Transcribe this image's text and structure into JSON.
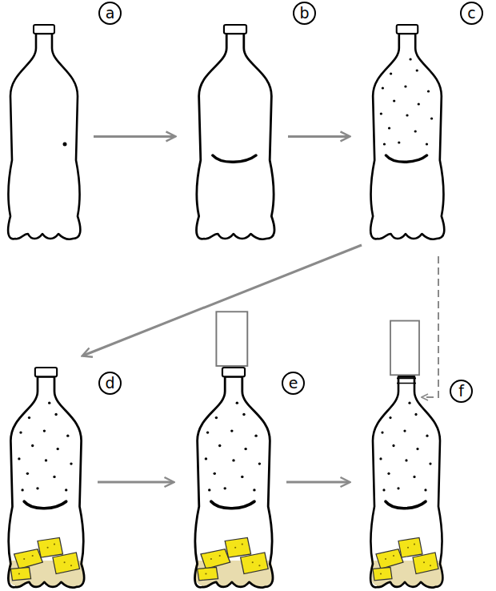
{
  "diagram": {
    "nodes": [
      {
        "text": [
          "a"
        ]
      },
      {
        "text": [
          "b"
        ]
      },
      {
        "text": [
          "c"
        ]
      },
      {
        "text": [
          "d"
        ]
      },
      {
        "text": [
          "e"
        ]
      },
      {
        "text": [
          "f"
        ]
      }
    ],
    "edges": [
      {
        "from": 0,
        "to": 1,
        "arrow": "to"
      },
      {
        "from": 1,
        "to": 2,
        "arrow": "to"
      },
      {
        "from": 2,
        "to": 3,
        "arrow": "to"
      },
      {
        "from": 3,
        "to": 4,
        "arrow": "to"
      },
      {
        "from": 4,
        "to": 5,
        "arrow": "to"
      },
      {
        "from": 2,
        "to": 5,
        "arrow": "to"
      }
    ]
  }
}
